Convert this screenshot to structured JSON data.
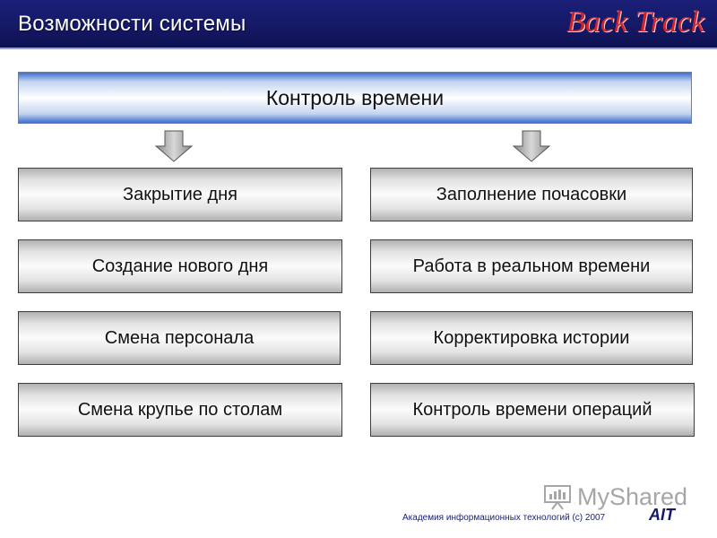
{
  "header": {
    "title": "Возможности системы",
    "brand": "Back Track"
  },
  "diagram": {
    "top_box": "Контроль времени",
    "left_column": [
      "Закрытие дня",
      "Создание нового дня",
      "Смена персонала",
      "Смена крупье по столам"
    ],
    "right_column": [
      "Заполнение почасовки",
      "Работа в реальном времени",
      "Корректировка истории",
      "Контроль времени операций"
    ]
  },
  "footer": {
    "watermark": "MyShared",
    "copyright": "Академия информационных технологий (с) 2007",
    "logo_text": "AIT"
  },
  "colors": {
    "header_bg": "#151966",
    "brand": "#d2232a",
    "banner_edge": "#3e6dcd",
    "footer_text": "#1a237e"
  }
}
